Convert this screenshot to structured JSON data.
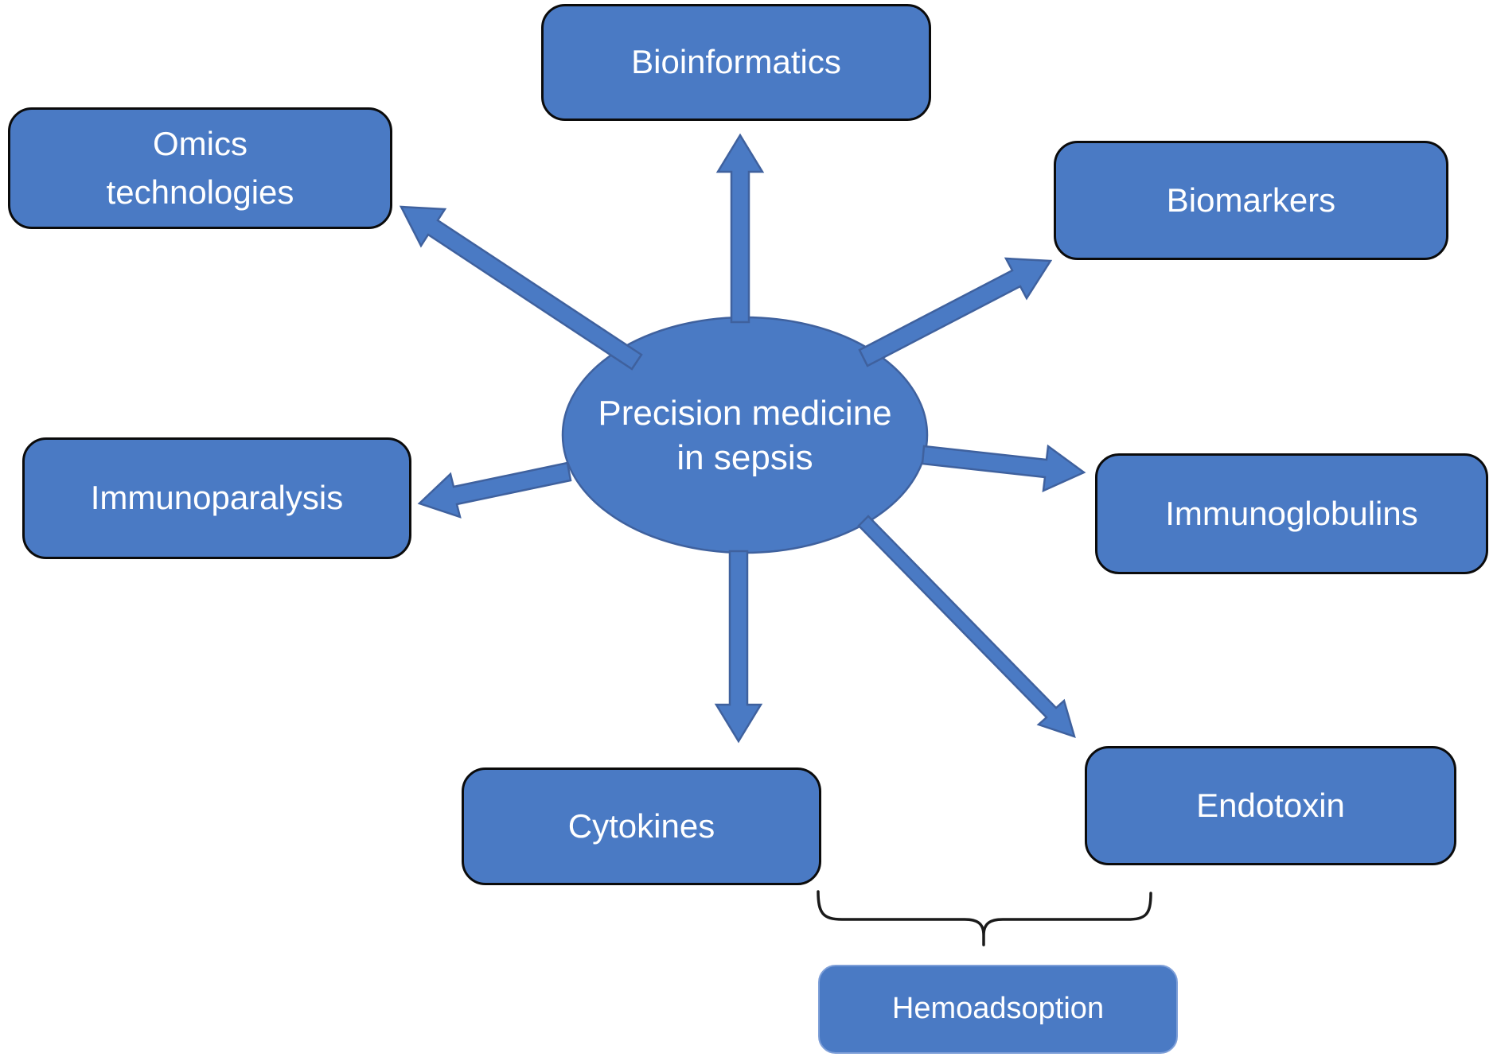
{
  "colors": {
    "fill": "#4A7AC4",
    "shape_stroke": "#3F619E",
    "box_stroke": "#0B0B0B",
    "hemo_stroke": "#7E9FD8",
    "text": "#FFFFFF",
    "background": "#FFFFFF",
    "brace": "#1A1A1A"
  },
  "diagram": {
    "center": {
      "label": "Precision medicine",
      "label2": "in sepsis"
    },
    "nodes": [
      {
        "id": "bioinformatics",
        "label": "Bioinformatics"
      },
      {
        "id": "omics-technologies",
        "label": "Omics",
        "label2": "technologies"
      },
      {
        "id": "biomarkers",
        "label": "Biomarkers"
      },
      {
        "id": "immunoparalysis",
        "label": "Immunoparalysis"
      },
      {
        "id": "immunoglobulins",
        "label": "Immunoglobulins"
      },
      {
        "id": "cytokines",
        "label": "Cytokines"
      },
      {
        "id": "endotoxin",
        "label": "Endotoxin"
      }
    ],
    "annotation": {
      "label": "Hemoadsoption"
    }
  }
}
